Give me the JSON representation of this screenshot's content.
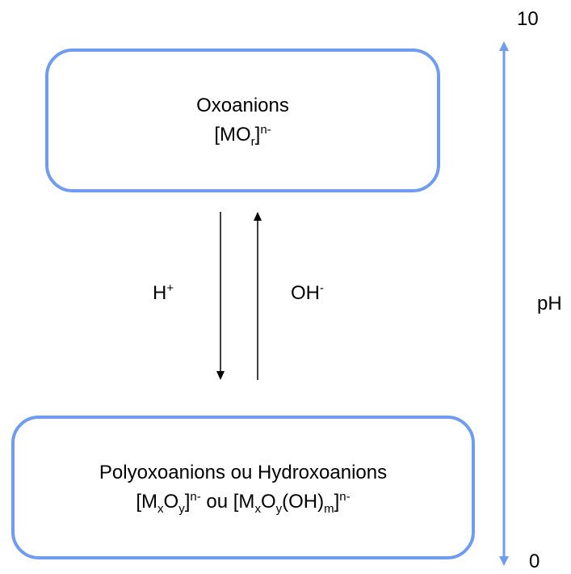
{
  "top_box": {
    "title": "Oxoanions",
    "formula": {
      "open": "[MO",
      "sub_r": "r",
      "close": "]",
      "charge": "n-"
    }
  },
  "bottom_box": {
    "title": "Polyoxoanions ou Hydroxoanions",
    "formula": {
      "open1": "[M",
      "sub_x1": "x",
      "o1": "O",
      "sub_y1": "y",
      "close1": "]",
      "charge1": "n-",
      "ou": " ou ",
      "open2": "[M",
      "sub_x2": "x",
      "o2": "O",
      "sub_y2": "y",
      "oh": "(OH)",
      "sub_m": "m",
      "close2": "]",
      "charge2": "n-"
    }
  },
  "arrow_labels": {
    "h_base": "H",
    "h_sup": "+",
    "oh_base": "OH",
    "oh_sup": "-"
  },
  "ph_axis": {
    "label": "pH",
    "max": "10",
    "min": "0",
    "color": "#6f9cf0"
  },
  "colors": {
    "box_border": "#6f9cf0",
    "arrow": "#000000"
  }
}
